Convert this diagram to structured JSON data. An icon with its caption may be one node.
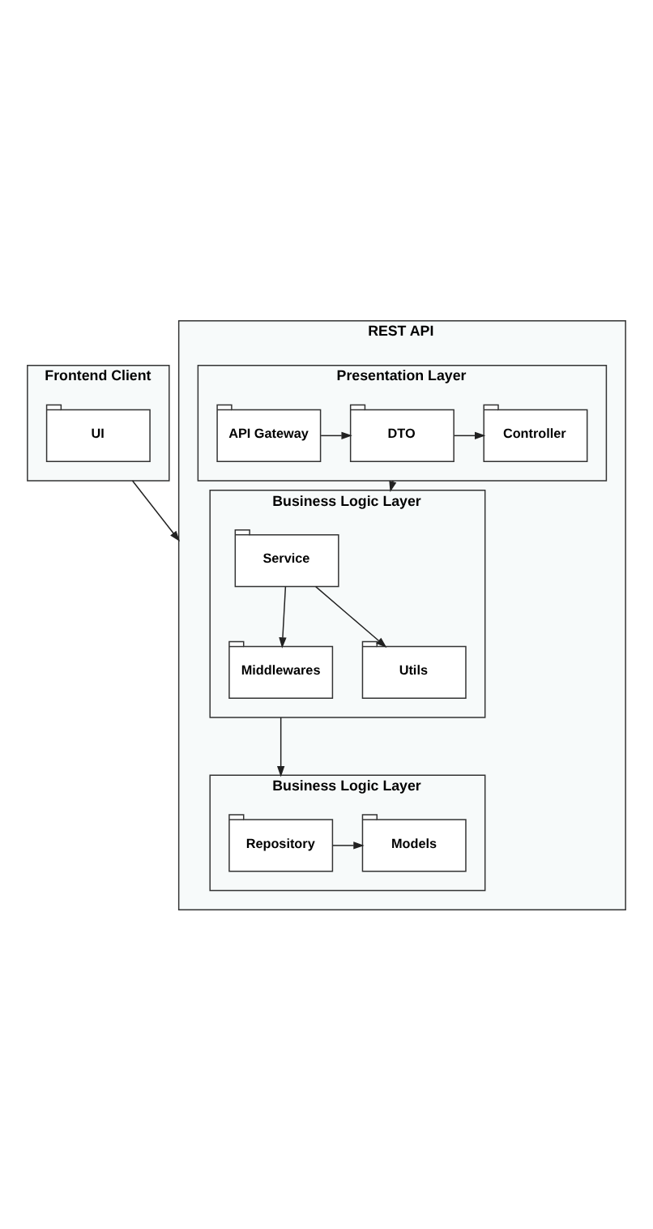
{
  "diagram": {
    "nodes": [
      {
        "text": [
          "Frontend Client"
        ]
      },
      {
        "text": [
          "UI"
        ],
        "in": 0
      },
      {
        "text": [
          "REST API"
        ]
      },
      {
        "text": [
          "Presentation Layer"
        ],
        "in": 2
      },
      {
        "text": [
          "API Gateway"
        ],
        "in": 3
      },
      {
        "text": [
          "DTO"
        ],
        "in": 3
      },
      {
        "text": [
          "Controller"
        ],
        "in": 3
      },
      {
        "text": [
          "Business Logic Layer"
        ],
        "in": 2
      },
      {
        "text": [
          "Service"
        ],
        "in": 7
      },
      {
        "text": [
          "Middlewares"
        ],
        "in": 7
      },
      {
        "text": [
          "Utils"
        ],
        "in": 7
      },
      {
        "text": [
          "Business Logic Layer"
        ],
        "in": 2
      },
      {
        "text": [
          "Repository"
        ],
        "in": 11
      },
      {
        "text": [
          "Models"
        ],
        "in": 11
      }
    ],
    "edges": [
      {
        "from": 0,
        "to": 2,
        "arrow": "to"
      },
      {
        "from": 4,
        "to": 5,
        "arrow": "to"
      },
      {
        "from": 5,
        "to": 6,
        "arrow": "to"
      },
      {
        "from": 3,
        "to": 7,
        "arrow": "to"
      },
      {
        "from": 8,
        "to": 9,
        "arrow": "to"
      },
      {
        "from": 8,
        "to": 10,
        "arrow": "to"
      },
      {
        "from": 7,
        "to": 11,
        "arrow": "to"
      },
      {
        "from": 12,
        "to": 13,
        "arrow": "to"
      }
    ]
  }
}
